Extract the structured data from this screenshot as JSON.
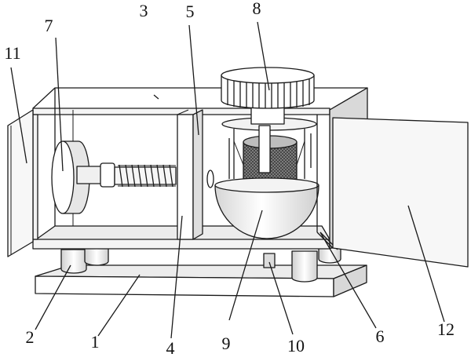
{
  "figure": {
    "background": "#ffffff",
    "line_color": "#1a1a1a",
    "surface_light": "#ffffff",
    "surface_shade": "#e4e4e4",
    "surface_dark": "#c9c9c9",
    "hatch_color": "#555555"
  },
  "labels": {
    "l1": "1",
    "l2": "2",
    "l3": "3",
    "l4": "4",
    "l5": "5",
    "l6": "6",
    "l7": "7",
    "l8": "8",
    "l9": "9",
    "l10": "10",
    "l11": "11",
    "l12": "12"
  }
}
